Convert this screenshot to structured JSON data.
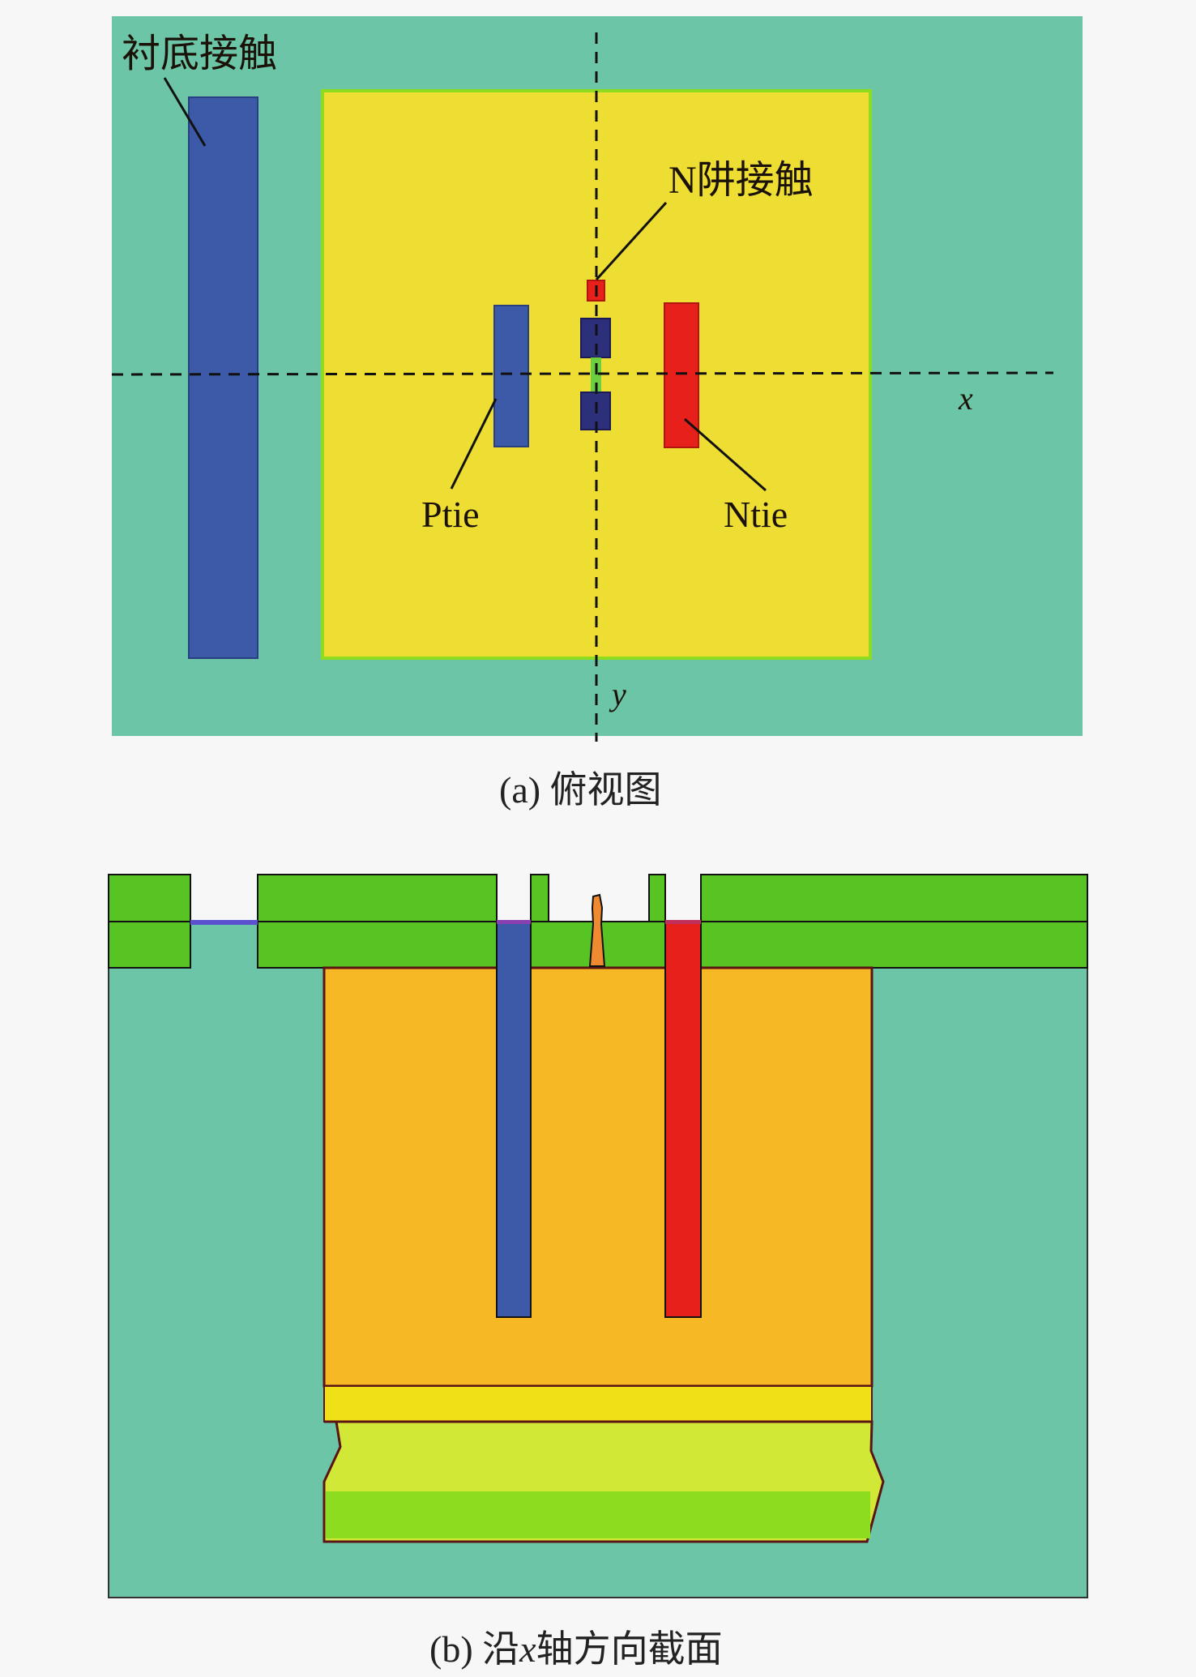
{
  "figure_a": {
    "caption": "(a) 俯视图",
    "labels": {
      "substrate_contact": "衬底接触",
      "nwell_contact": "N阱接触",
      "ptie": "Ptie",
      "ntie": "Ntie",
      "x_axis": "x",
      "y_axis": "y"
    }
  },
  "figure_b": {
    "caption_prefix": "(b) 沿",
    "caption_axis": "x",
    "caption_suffix": "轴方向截面"
  },
  "colors": {
    "substrate": "#6cc5a6",
    "nwell_top": "#eedd33",
    "nwell_section": "#f6b925",
    "ptie": "#3d5aa8",
    "ntie": "#e8201c",
    "gate_block": "#2c2f7a",
    "oxide": "#58c424",
    "deep_region_top": "#f0e016",
    "deep_region_mid": "#d2e836",
    "deep_region_bottom": "#8edc20",
    "outline": "#5a1414",
    "via": "#5a50d0",
    "poly": "#f08a30"
  }
}
